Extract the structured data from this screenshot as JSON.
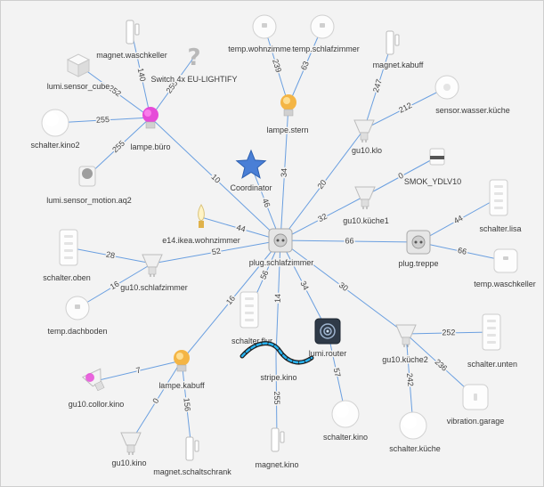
{
  "colors": {
    "background": "#f3f3f3",
    "link": "#6a9fe0",
    "label": "#3a3a3a",
    "coordinator": "#4a7fd6"
  },
  "nodes": [
    {
      "id": "magnet_waschkeller",
      "label": "magnet.waschkeller",
      "icon": "door-sensor"
    },
    {
      "id": "switch_lightify",
      "label": "Switch 4x EU-LIGHTIFY",
      "icon": "unknown-device"
    },
    {
      "id": "lumi_sensor_cube",
      "label": "lumi.sensor_cube",
      "icon": "cube-sensor"
    },
    {
      "id": "schalter_kino2",
      "label": "schalter.kino2",
      "icon": "round-button"
    },
    {
      "id": "lampe_buero",
      "label": "lampe.büro",
      "icon": "color-bulb"
    },
    {
      "id": "lumi_motion_aq2",
      "label": "lumi.sensor_motion.aq2",
      "icon": "motion-sensor"
    },
    {
      "id": "temp_wohnzimmer",
      "label": "temp.wohnzimmer",
      "icon": "round-sensor"
    },
    {
      "id": "temp_schlafzimmer",
      "label": "temp.schlafzimmer",
      "icon": "round-sensor"
    },
    {
      "id": "lampe_stern",
      "label": "lampe.stern",
      "icon": "warm-bulb"
    },
    {
      "id": "magnet_kabuff",
      "label": "magnet.kabuff",
      "icon": "door-sensor"
    },
    {
      "id": "sensor_wasser_kueche",
      "label": "sensor.wasser.küche",
      "icon": "water-sensor"
    },
    {
      "id": "gu10_klo",
      "label": "gu10.klo",
      "icon": "spot-bulb"
    },
    {
      "id": "coordinator",
      "label": "Coordinator",
      "icon": "star"
    },
    {
      "id": "smok_ydlv10",
      "label": "SMOK_YDLV10",
      "icon": "smoke-detector"
    },
    {
      "id": "gu10_kueche1",
      "label": "gu10.küche1",
      "icon": "spot-bulb"
    },
    {
      "id": "e14_ikea",
      "label": "e14.ikea.wohnzimmer",
      "icon": "candle-bulb"
    },
    {
      "id": "plug_schlafzimmer",
      "label": "plug.schlafzimmer",
      "icon": "plug"
    },
    {
      "id": "schalter_lisa",
      "label": "schalter.lisa",
      "icon": "wall-switch"
    },
    {
      "id": "plug_treppe",
      "label": "plug.treppe",
      "icon": "plug"
    },
    {
      "id": "temp_waschkeller",
      "label": "temp.waschkeller",
      "icon": "square-sensor"
    },
    {
      "id": "schalter_oben",
      "label": "schalter.oben",
      "icon": "wall-switch"
    },
    {
      "id": "gu10_schlafzimmer",
      "label": "gu10.schlafzimmer",
      "icon": "spot-bulb"
    },
    {
      "id": "temp_dachboden",
      "label": "temp.dachboden",
      "icon": "round-sensor"
    },
    {
      "id": "schalter_flur",
      "label": "schalter.flur",
      "icon": "wall-switch"
    },
    {
      "id": "lumi_router",
      "label": "lumi.router",
      "icon": "router"
    },
    {
      "id": "stripe_kino",
      "label": "stripe.kino",
      "icon": "light-strip"
    },
    {
      "id": "gu10_kueche2",
      "label": "gu10.küche2",
      "icon": "spot-bulb"
    },
    {
      "id": "schalter_unten",
      "label": "schalter.unten",
      "icon": "wall-switch"
    },
    {
      "id": "lampe_kabuff",
      "label": "lampe.kabuff",
      "icon": "warm-bulb"
    },
    {
      "id": "gu10_color_kino",
      "label": "gu10.collor.kino",
      "icon": "color-spot"
    },
    {
      "id": "vibration_garage",
      "label": "vibration.garage",
      "icon": "vibration-sensor"
    },
    {
      "id": "schalter_kino",
      "label": "schalter.kino",
      "icon": "round-button"
    },
    {
      "id": "schalter_kueche",
      "label": "schalter.küche",
      "icon": "round-button"
    },
    {
      "id": "gu10_kino",
      "label": "gu10.kino",
      "icon": "spot-bulb"
    },
    {
      "id": "magnet_schaltschrank",
      "label": "magnet.schaltschrank",
      "icon": "door-sensor"
    },
    {
      "id": "magnet_kino",
      "label": "magnet.kino",
      "icon": "door-sensor"
    }
  ],
  "links": [
    {
      "from": "lampe_buero",
      "to": "magnet_waschkeller",
      "label": "140"
    },
    {
      "from": "lampe_buero",
      "to": "switch_lightify",
      "label": "255"
    },
    {
      "from": "lampe_buero",
      "to": "lumi_sensor_cube",
      "label": "252"
    },
    {
      "from": "lampe_buero",
      "to": "schalter_kino2",
      "label": "255"
    },
    {
      "from": "lampe_buero",
      "to": "lumi_motion_aq2",
      "label": "255"
    },
    {
      "from": "plug_schlafzimmer",
      "to": "lampe_buero",
      "label": "10"
    },
    {
      "from": "lampe_stern",
      "to": "temp_wohnzimmer",
      "label": "239"
    },
    {
      "from": "lampe_stern",
      "to": "temp_schlafzimmer",
      "label": "63"
    },
    {
      "from": "plug_schlafzimmer",
      "to": "lampe_stern",
      "label": "34"
    },
    {
      "from": "gu10_klo",
      "to": "magnet_kabuff",
      "label": "247"
    },
    {
      "from": "gu10_klo",
      "to": "sensor_wasser_kueche",
      "label": "212"
    },
    {
      "from": "plug_schlafzimmer",
      "to": "gu10_klo",
      "label": "20"
    },
    {
      "from": "plug_schlafzimmer",
      "to": "coordinator",
      "label": "46"
    },
    {
      "from": "gu10_kueche1",
      "to": "smok_ydlv10",
      "label": "0"
    },
    {
      "from": "plug_schlafzimmer",
      "to": "gu10_kueche1",
      "label": "32"
    },
    {
      "from": "plug_schlafzimmer",
      "to": "e14_ikea",
      "label": "44"
    },
    {
      "from": "plug_schlafzimmer",
      "to": "plug_treppe",
      "label": "66"
    },
    {
      "from": "plug_treppe",
      "to": "schalter_lisa",
      "label": "44"
    },
    {
      "from": "plug_treppe",
      "to": "temp_waschkeller",
      "label": "66"
    },
    {
      "from": "plug_schlafzimmer",
      "to": "gu10_schlafzimmer",
      "label": "52"
    },
    {
      "from": "gu10_schlafzimmer",
      "to": "schalter_oben",
      "label": "28"
    },
    {
      "from": "gu10_schlafzimmer",
      "to": "temp_dachboden",
      "label": "16"
    },
    {
      "from": "plug_schlafzimmer",
      "to": "lampe_kabuff",
      "label": "16"
    },
    {
      "from": "plug_schlafzimmer",
      "to": "schalter_flur",
      "label": "56"
    },
    {
      "from": "plug_schlafzimmer",
      "to": "stripe_kino",
      "label": "14"
    },
    {
      "from": "plug_schlafzimmer",
      "to": "lumi_router",
      "label": "34"
    },
    {
      "from": "plug_schlafzimmer",
      "to": "gu10_kueche2",
      "label": "30"
    },
    {
      "from": "gu10_kueche2",
      "to": "schalter_unten",
      "label": "252"
    },
    {
      "from": "gu10_kueche2",
      "to": "vibration_garage",
      "label": "236"
    },
    {
      "from": "gu10_kueche2",
      "to": "schalter_kueche",
      "label": "242"
    },
    {
      "from": "lumi_router",
      "to": "schalter_kino",
      "label": "57"
    },
    {
      "from": "stripe_kino",
      "to": "magnet_kino",
      "label": "255"
    },
    {
      "from": "lampe_kabuff",
      "to": "gu10_color_kino",
      "label": "7"
    },
    {
      "from": "lampe_kabuff",
      "to": "gu10_kino",
      "label": "0"
    },
    {
      "from": "lampe_kabuff",
      "to": "magnet_schaltschrank",
      "label": "156"
    }
  ]
}
